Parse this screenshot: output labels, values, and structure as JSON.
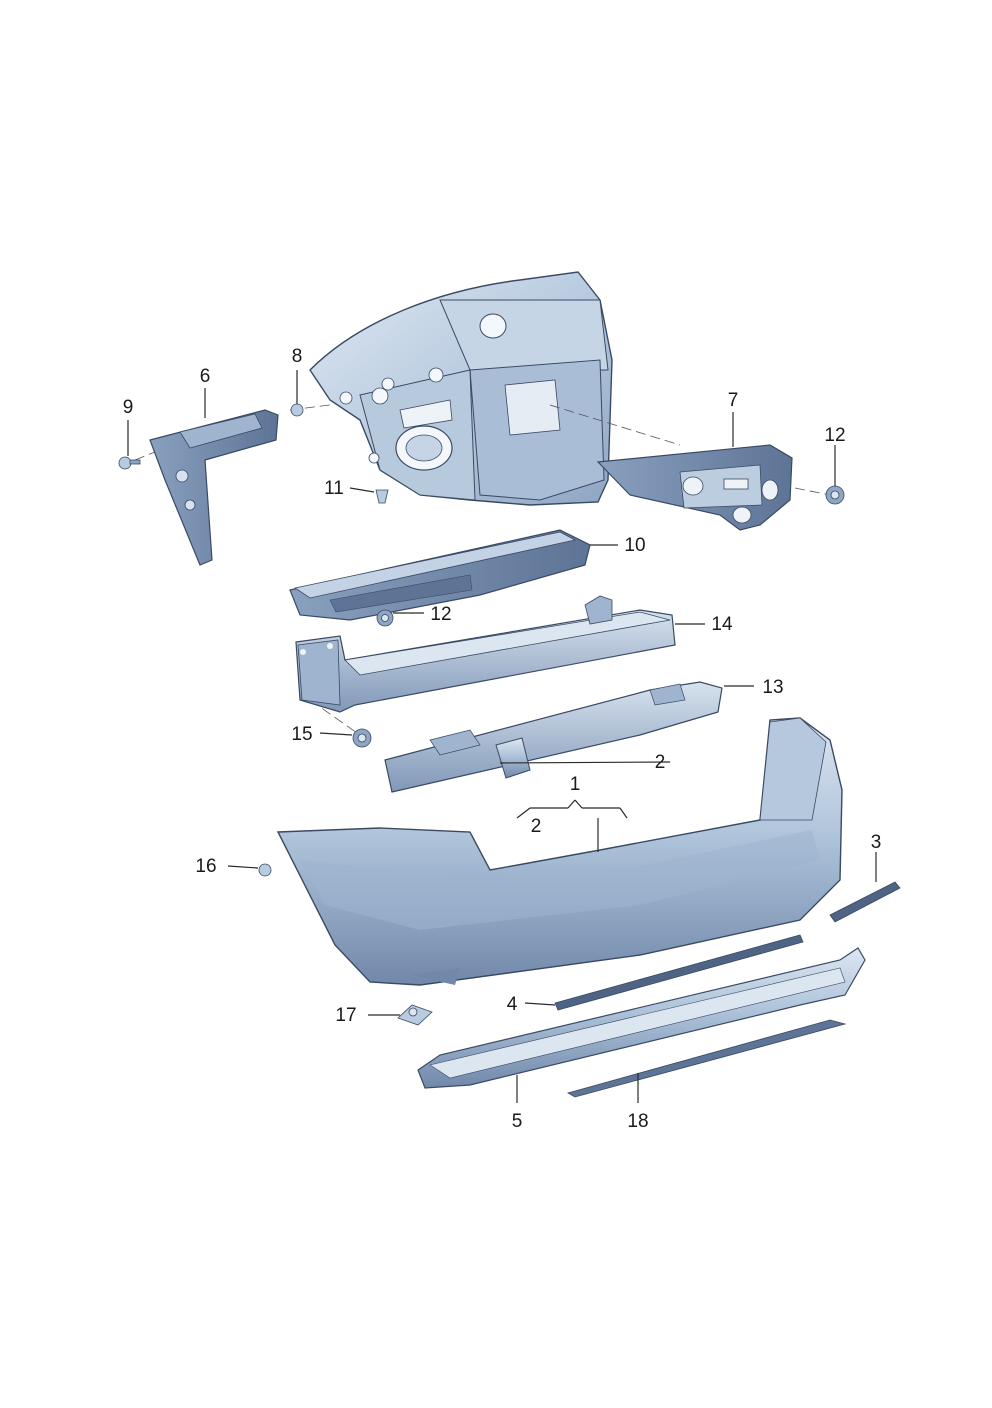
{
  "colors": {
    "part_light": "#c9d8e8",
    "part_mid": "#a9bfd8",
    "part_dark": "#7e94b4",
    "part_shadow": "#5f7597",
    "outline": "#3a4a63",
    "leader": "#2a2a2a",
    "label": "#1a1a1a"
  },
  "labels": {
    "l1": "1",
    "l2a": "2",
    "l2b": "2",
    "l3": "3",
    "l4": "4",
    "l5": "5",
    "l6": "6",
    "l7": "7",
    "l8": "8",
    "l9": "9",
    "l10": "10",
    "l11": "11",
    "l12a": "12",
    "l12b": "12",
    "l13": "13",
    "l14": "14",
    "l15": "15",
    "l16": "16",
    "l17": "17",
    "l18": "18"
  }
}
